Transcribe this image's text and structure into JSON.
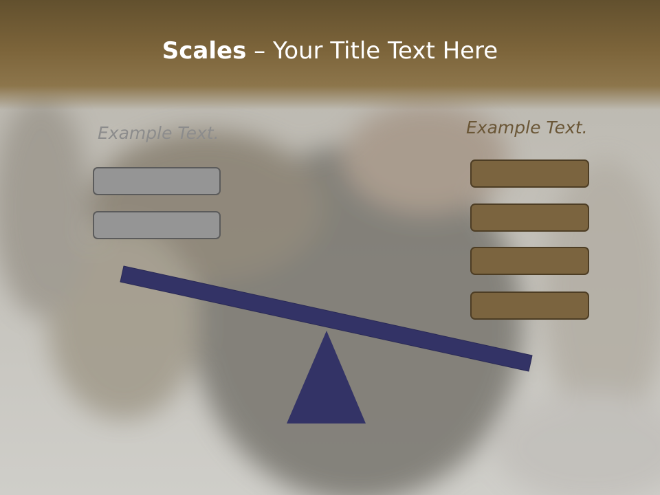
{
  "slide": {
    "title_bold": "Scales",
    "title_rest": " – Your Title Text Here",
    "left_label": "Example Text.",
    "right_label": "Example Text.",
    "left_box_count": 2,
    "right_box_count": 4
  },
  "colors": {
    "title_band": "#7b643f",
    "beam": "#333366",
    "fulcrum": "#333366",
    "left_box_fill": "#959595",
    "left_box_border": "#5b5b5b",
    "right_box_fill": "#7b643f",
    "right_box_border": "#4d3d24",
    "left_label": "#8c8c8c",
    "right_label": "#6a5636"
  }
}
